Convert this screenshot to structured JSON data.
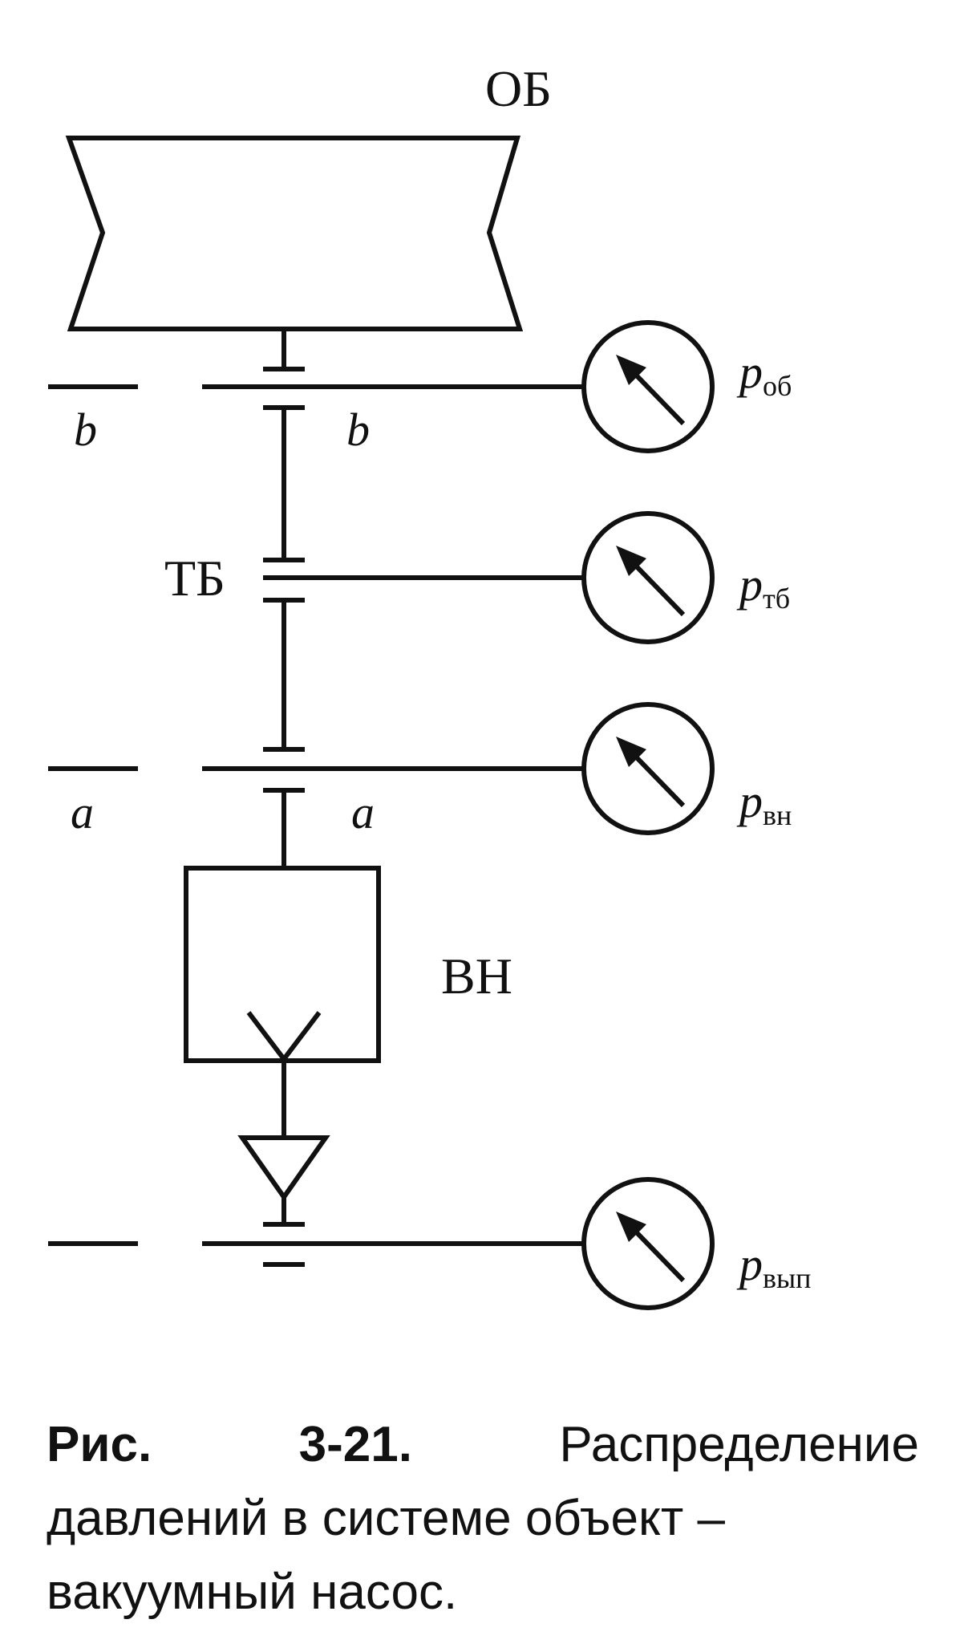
{
  "diagram": {
    "object_label": "ОБ",
    "trap_label": "ТБ",
    "pump_label": "ВН",
    "section_b_left": "b",
    "section_b_right": "b",
    "section_a_left": "a",
    "section_a_right": "a",
    "gauges": [
      {
        "symbol": "p",
        "subscript": "об"
      },
      {
        "symbol": "p",
        "subscript": "тб"
      },
      {
        "symbol": "p",
        "subscript": "вн"
      },
      {
        "symbol": "p",
        "subscript": "вып"
      }
    ]
  },
  "caption": {
    "prefix": "Рис.",
    "number": "3-21.",
    "word1": "Распределение",
    "line2": "давлений в системе объект –",
    "line3": "вакуумный насос."
  }
}
